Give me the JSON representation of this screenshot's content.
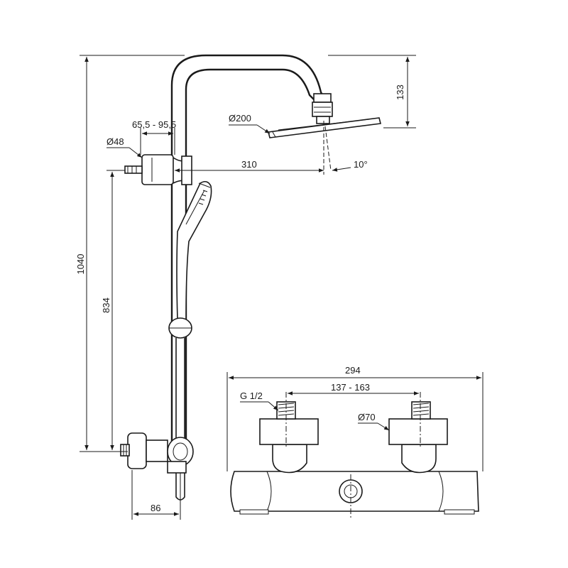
{
  "dimensions": {
    "total_height": "1040",
    "bar_height": "834",
    "arm_drop": "133",
    "head_diameter": "Ø200",
    "arm_reach": "310",
    "tilt_angle": "10°",
    "bracket_range": "65,5 - 95,5",
    "pipe_diameter": "Ø48",
    "wall_offset": "86",
    "mixer_width": "294",
    "inlet_spacing": "137 - 163",
    "thread_size": "G 1/2",
    "escutcheon_diameter": "Ø70"
  }
}
